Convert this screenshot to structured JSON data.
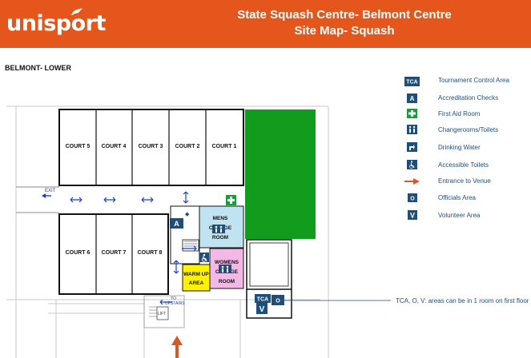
{
  "header": {
    "brand": "unisport",
    "title_line1": "State Squash Centre- Belmont Centre",
    "title_line2": "Site Map- Squash"
  },
  "section_label": "BELMONT- LOWER",
  "courts_top": [
    "COURT 5",
    "COURT 4",
    "COURT 3",
    "COURT 2",
    "COURT 1"
  ],
  "courts_bottom": [
    "COURT 6",
    "COURT 7",
    "COURT 8"
  ],
  "rooms": {
    "mens_line1": "MENS",
    "mens_line2": "CHANGE",
    "mens_line3": "ROOM",
    "womens_line1": "WOMENS",
    "womens_line2": "CHANGE",
    "womens_line3": "ROOM",
    "warmup_line1": "WARM UP",
    "warmup_line2": "AREA",
    "exit": "EXIT",
    "to_upstairs_line1": "TO",
    "to_upstairs_line2": "UPSTAIRS",
    "lift": "LIFT"
  },
  "map_marks": {
    "accreditation": "A",
    "tca": "TCA",
    "officials": "O",
    "volunteer": "V"
  },
  "legend": [
    {
      "icon": "TCA",
      "label": "Tournament Control Area"
    },
    {
      "icon": "A",
      "label": "Accreditation Checks"
    },
    {
      "icon": "first-aid",
      "label": "First Aid Room"
    },
    {
      "icon": "toilets",
      "label": "Changerooms/Toilets"
    },
    {
      "icon": "drinking-water",
      "label": "Drinking Water"
    },
    {
      "icon": "accessible",
      "label": "Accessible Toilets"
    },
    {
      "icon": "arrow",
      "label": "Entrance to Venue"
    },
    {
      "icon": "O",
      "label": "Officials Area"
    },
    {
      "icon": "V",
      "label": "Volunteer Area"
    }
  ],
  "note": "TCA, O, V: areas can be in 1 room on first floor",
  "colors": {
    "brand_orange": "#e4561c",
    "navy": "#1f4e79",
    "green_area": "#129c1e",
    "first_aid": "#1a9c3a",
    "mens_room": "#bfe3f0",
    "womens_room": "#f2b8e6",
    "warmup": "#fff200",
    "arrow_blue": "#1a3fc4",
    "entrance_arrow": "#d55a2a"
  }
}
